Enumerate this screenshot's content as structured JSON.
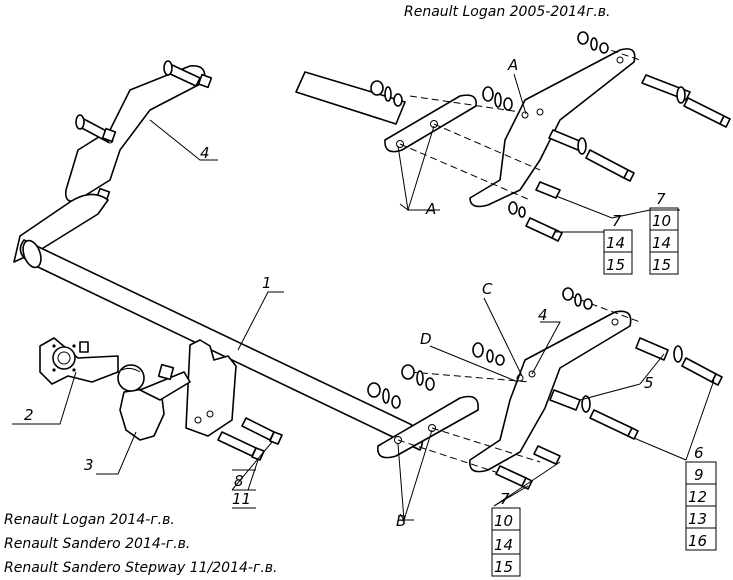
{
  "captions": {
    "top_right": "Renault Logan 2005-2014г.в.",
    "bottom_left": [
      "Renault Logan 2014-г.в.",
      "Renault Sandero 2014-г.в.",
      "Renault Sandero Stepway 11/2014-г.в."
    ]
  },
  "part_labels": {
    "main_beam": "1",
    "socket_bracket": "2",
    "ball_neck": "3",
    "upper_bracket": "4",
    "lower_bracket": "4",
    "spacer": "5"
  },
  "point_labels": {
    "A_top": "A",
    "A_bottom": "A",
    "B": "B",
    "C": "C",
    "D": "D"
  },
  "callouts": {
    "center_bolt": [
      "8",
      "11"
    ],
    "top_right_upper": [
      "7",
      "10",
      "14",
      "15"
    ],
    "top_right_lower": [
      "7",
      "14",
      "15"
    ],
    "bottom_mid": [
      "7",
      "10",
      "14",
      "15"
    ],
    "bottom_right": [
      "6",
      "9",
      "12",
      "13",
      "16"
    ]
  }
}
